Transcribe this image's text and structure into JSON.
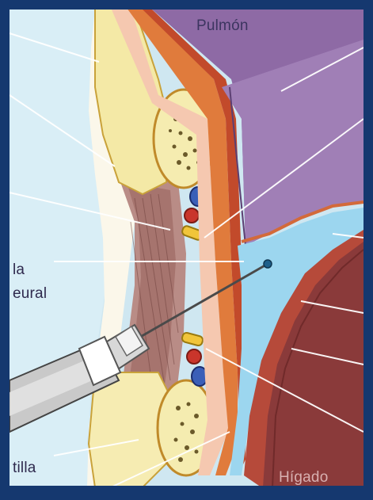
{
  "labels": {
    "lung": "Pulmón",
    "pleural_1": "la",
    "pleural_2": "eural",
    "rib": "tilla",
    "liver": "Hígado"
  },
  "colors": {
    "background_frame": "#15386f",
    "lung": "#8e6aa5",
    "pleural_space": "#9cd6ef",
    "liver": "#8a3a3a",
    "bone_yellow": "#f1e39a",
    "muscle": "#b77f7b",
    "tissue_skin": "#f3eee4",
    "pleura_orange": "#e07b3c"
  },
  "icons": [
    "syringe-needle",
    "rib-cross-section",
    "intercostal-vessels",
    "nerve"
  ]
}
